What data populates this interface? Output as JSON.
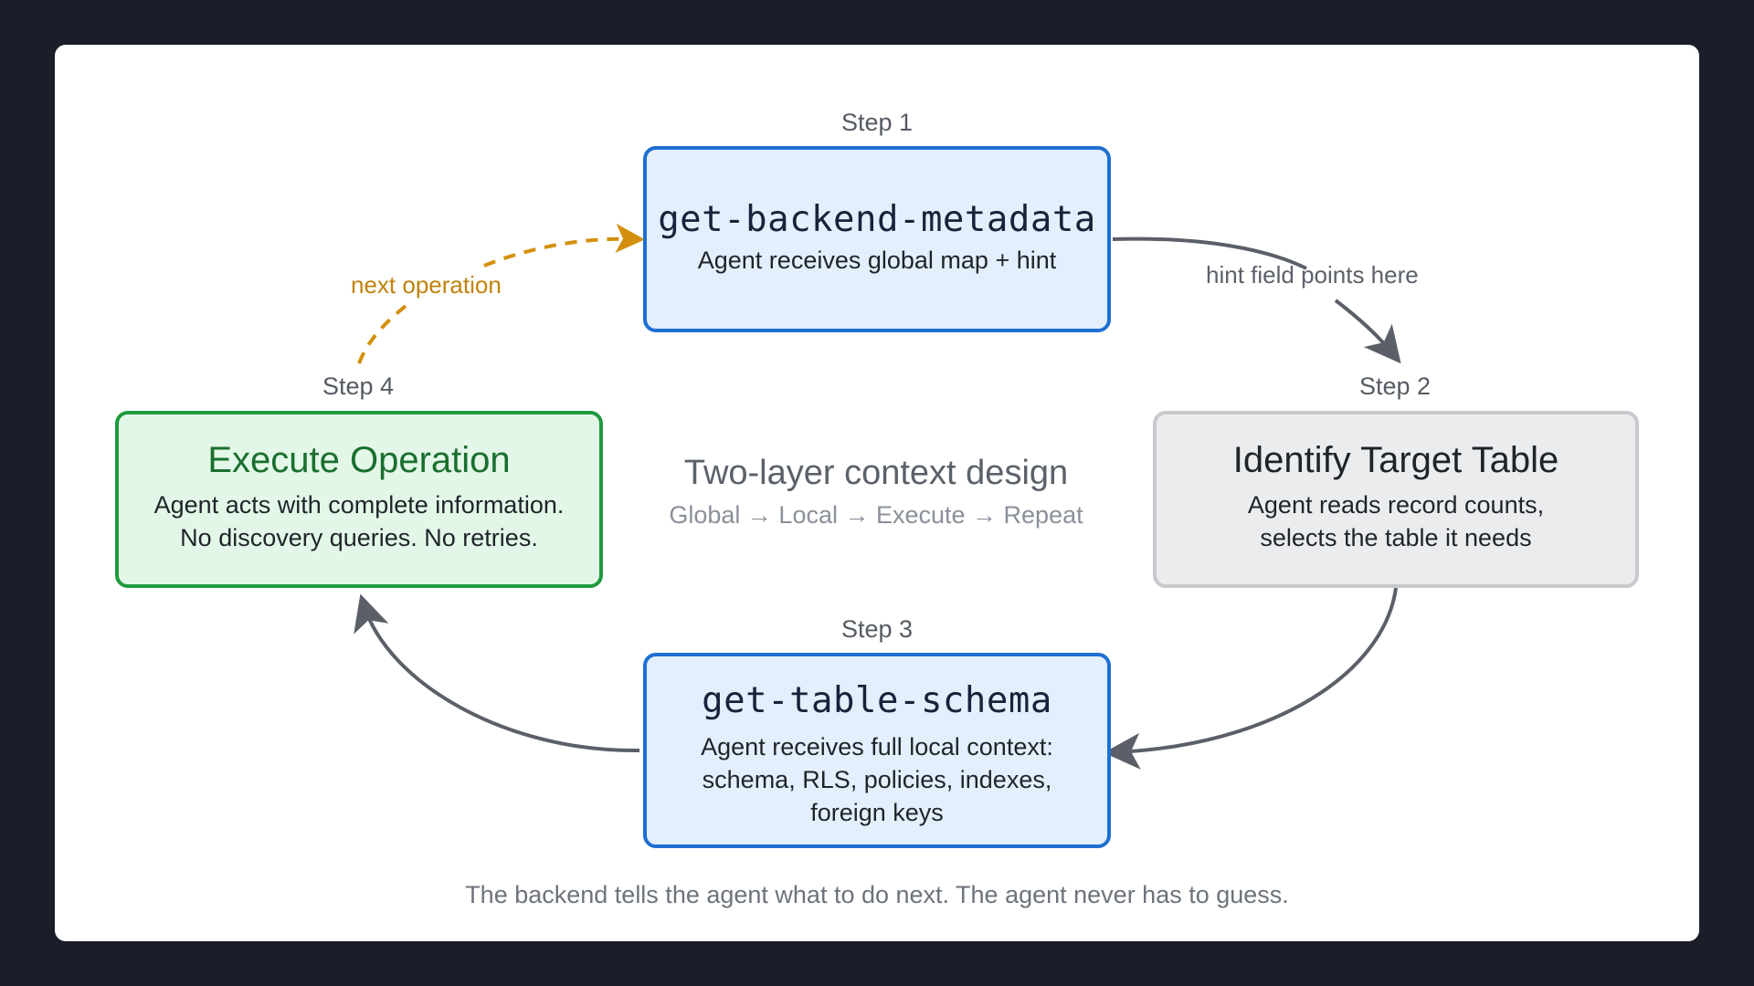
{
  "center": {
    "title": "Two-layer context design",
    "subtitle": "Global → Local → Execute → Repeat"
  },
  "steps": [
    {
      "label": "Step 1",
      "title": "get-backend-metadata",
      "description": "Agent receives global map + hint"
    },
    {
      "label": "Step 2",
      "title": "Identify Target Table",
      "description": "Agent reads record counts,\nselects the table it needs"
    },
    {
      "label": "Step 3",
      "title": "get-table-schema",
      "description": "Agent receives full local context:\nschema, RLS, policies, indexes,\nforeign keys"
    },
    {
      "label": "Step 4",
      "title": "Execute Operation",
      "description": "Agent acts with complete information.\nNo discovery queries. No retries."
    }
  ],
  "edges": {
    "hint_label": "hint field points here",
    "next_label": "next operation"
  },
  "footer": "The backend tells the agent what to do next. The agent never has to guess.",
  "colors": {
    "background": "#1b1e29",
    "blue_border": "#1e6fd0",
    "blue_fill": "#e3effc",
    "green_border": "#1f9a3e",
    "green_fill": "#e3f7e8",
    "grey_border": "#c7c9cd",
    "grey_fill": "#ebecee",
    "arrow": "#5b6068",
    "next_arrow": "#d4900c"
  }
}
